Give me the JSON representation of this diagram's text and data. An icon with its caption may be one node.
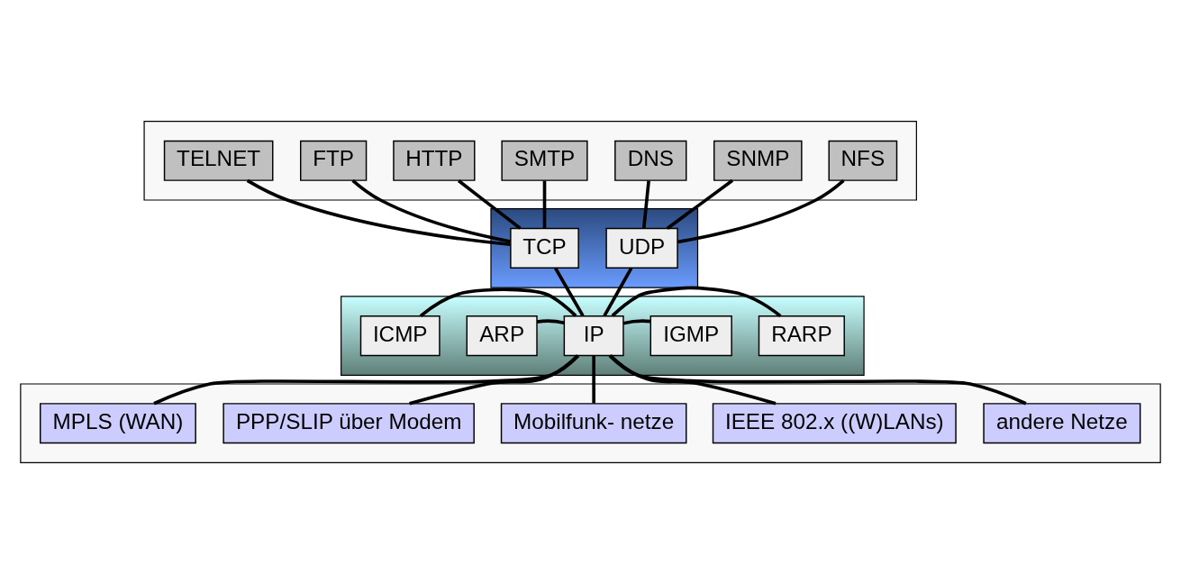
{
  "diagram": {
    "nodes": [
      {
        "text": [],
        "shape": "band"
      },
      {
        "text": [
          "TELNET"
        ],
        "in": 0
      },
      {
        "text": [
          "FTP"
        ],
        "in": 0
      },
      {
        "text": [
          "HTTP"
        ],
        "in": 0
      },
      {
        "text": [
          "SMTP"
        ],
        "in": 0
      },
      {
        "text": [
          "DNS"
        ],
        "in": 0
      },
      {
        "text": [
          "SNMP"
        ],
        "in": 0
      },
      {
        "text": [
          "NFS"
        ],
        "in": 0
      },
      {
        "text": [],
        "shape": "band"
      },
      {
        "text": [
          "TCP"
        ],
        "in": 8
      },
      {
        "text": [
          "UDP"
        ],
        "in": 8
      },
      {
        "text": [],
        "shape": "band"
      },
      {
        "text": [
          "ICMP"
        ],
        "in": 11
      },
      {
        "text": [
          "IGMP"
        ],
        "in": 11
      },
      {
        "text": [
          "IP"
        ],
        "in": 11
      },
      {
        "text": [
          "ARP"
        ],
        "in": 11
      },
      {
        "text": [
          "RARP"
        ],
        "in": 11
      },
      {
        "text": [],
        "shape": "band"
      },
      {
        "text": [
          "MPLS (WAN)"
        ],
        "in": 17
      },
      {
        "text": [
          "IEEE 802.x ((W)LANs)"
        ],
        "in": 17
      },
      {
        "text": [
          "Mobilfunk- netze"
        ],
        "in": 17
      },
      {
        "text": [
          "PPP/SLIP über Modem"
        ],
        "in": 17
      },
      {
        "text": [
          "andere Netze"
        ],
        "in": 17
      }
    ],
    "edges": [
      {
        "from": 1,
        "to": 9,
        "arrow": "none"
      },
      {
        "from": 2,
        "to": 9,
        "arrow": "none"
      },
      {
        "from": 3,
        "to": 9,
        "arrow": "none"
      },
      {
        "from": 4,
        "to": 9,
        "arrow": "none"
      },
      {
        "from": 5,
        "to": 10,
        "arrow": "none"
      },
      {
        "from": 6,
        "to": 10,
        "arrow": "none"
      },
      {
        "from": 7,
        "to": 10,
        "arrow": "none"
      },
      {
        "from": 9,
        "to": 14,
        "arrow": "none"
      },
      {
        "from": 10,
        "to": 14,
        "arrow": "none"
      },
      {
        "from": 12,
        "to": 14,
        "arrow": "none"
      },
      {
        "from": 15,
        "to": 14,
        "arrow": "none"
      },
      {
        "from": 14,
        "to": 13,
        "arrow": "none"
      },
      {
        "from": 14,
        "to": 16,
        "arrow": "none"
      },
      {
        "from": 14,
        "to": 18,
        "arrow": "none"
      },
      {
        "from": 14,
        "to": 19,
        "arrow": "none"
      },
      {
        "from": 14,
        "to": 20,
        "arrow": "none"
      },
      {
        "from": 14,
        "to": 21,
        "arrow": "none"
      },
      {
        "from": 14,
        "to": 22,
        "arrow": "none"
      }
    ]
  }
}
